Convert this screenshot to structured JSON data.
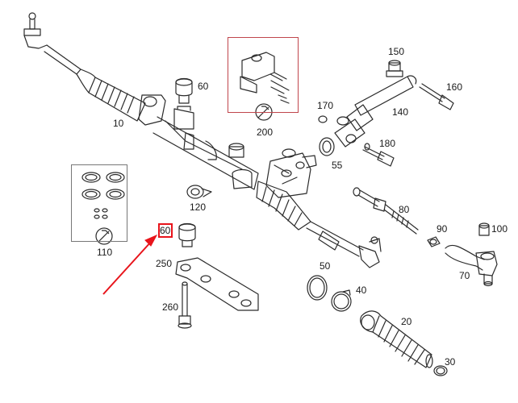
{
  "diagram": {
    "labels": {
      "p10": "10",
      "p20": "20",
      "p30": "30",
      "p40": "40",
      "p50": "50",
      "p55": "55",
      "p60a": "60",
      "p60b": "60",
      "p70": "70",
      "p80": "80",
      "p90": "90",
      "p100": "100",
      "p110": "110",
      "p120": "120",
      "p140": "140",
      "p150": "150",
      "p160": "160",
      "p170": "170",
      "p180": "180",
      "p200": "200",
      "p250": "250",
      "p260": "260"
    },
    "colors": {
      "line": "#2b2b2b",
      "highlight": "#e8141b",
      "kit_box_red": "#c0464c",
      "kit_box_gray": "#777777"
    },
    "icons": [
      "wrench-icon",
      "arrow-icon"
    ]
  }
}
